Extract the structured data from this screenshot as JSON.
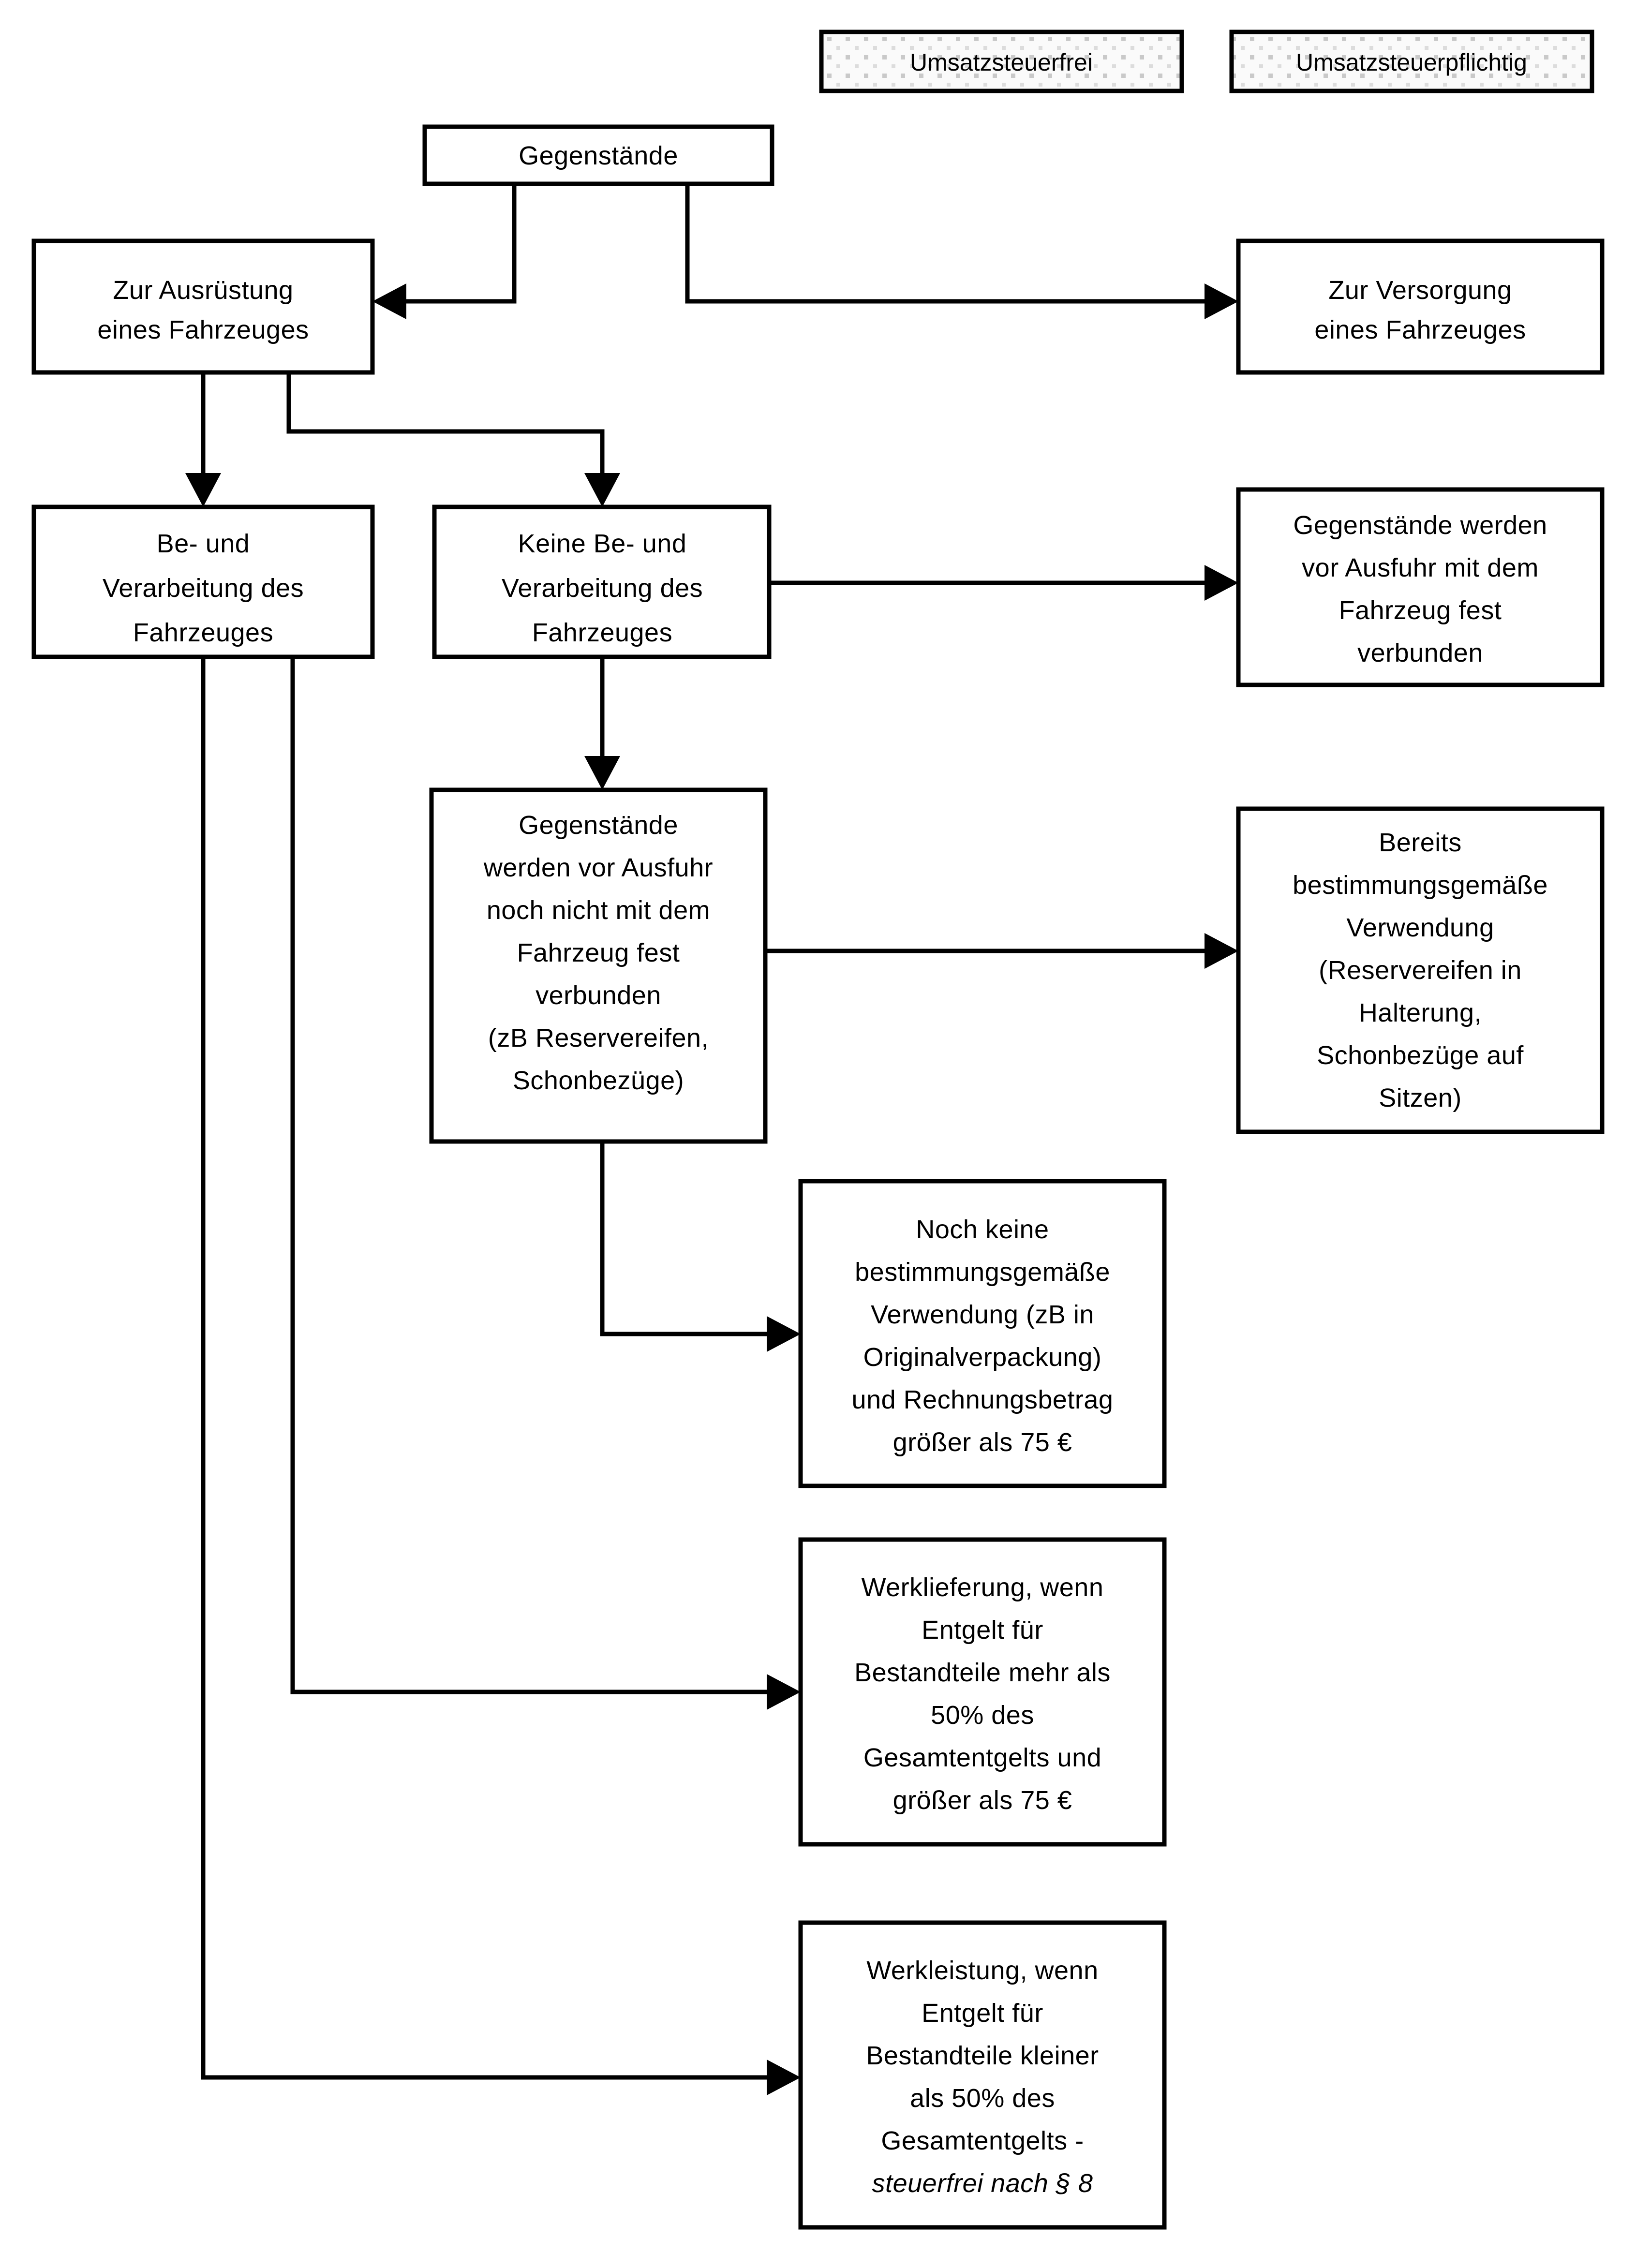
{
  "diagram": {
    "title_text": "",
    "colors": {
      "stroke": "#000000",
      "box_fill": "#ffffff",
      "legend_fill": "#f2f2f2",
      "legend_dot": "#c8c8c8",
      "text": "#000000"
    },
    "legend": [
      {
        "id": "umsatzsteuerfrei",
        "label": "Umsatzsteuerfrei"
      },
      {
        "id": "umsatzsteuerpflichtig",
        "label": "Umsatzsteuerpflichtig"
      }
    ],
    "nodes": [
      {
        "id": "gegenstaende",
        "lines": [
          "Gegenstände"
        ]
      },
      {
        "id": "zur-ausruestung",
        "lines": [
          "Zur Ausrüstung",
          "eines Fahrzeuges"
        ]
      },
      {
        "id": "zur-versorgung",
        "lines": [
          "Zur Versorgung",
          "eines Fahrzeuges"
        ]
      },
      {
        "id": "be-und-verarbeitung",
        "lines": [
          "Be- und",
          "Verarbeitung des",
          "Fahrzeuges"
        ]
      },
      {
        "id": "keine-be-und-verarbeitung",
        "lines": [
          "Keine Be- und",
          "Verarbeitung des",
          "Fahrzeuges"
        ]
      },
      {
        "id": "fest-verbunden",
        "lines": [
          "Gegenstände werden",
          "vor Ausfuhr mit dem",
          "Fahrzeug fest",
          "verbunden"
        ]
      },
      {
        "id": "noch-nicht-fest-verbunden",
        "lines": [
          "Gegenstände",
          "werden vor Ausfuhr",
          "noch nicht mit dem",
          "Fahrzeug fest",
          "verbunden",
          "(zB Reservereifen,",
          "Schonbezüge)"
        ]
      },
      {
        "id": "bereits-bestimmungsgemaesse",
        "lines": [
          "Bereits",
          "bestimmungsgemäße",
          "Verwendung",
          "(Reservereifen in",
          "Halterung,",
          "Schonbezüge auf",
          "Sitzen)"
        ]
      },
      {
        "id": "noch-keine-bestimmungsgemaesse",
        "lines": [
          "Noch keine",
          "bestimmungsgemäße",
          "Verwendung (zB in",
          "Originalverpackung)",
          "und Rechnungsbetrag",
          "größer als 75 €"
        ]
      },
      {
        "id": "werklieferung",
        "lines": [
          "Werklieferung, wenn",
          "Entgelt für",
          "Bestandteile mehr als",
          "50% des",
          "Gesamtentgelts und",
          "größer als 75 €"
        ]
      },
      {
        "id": "werkleistung",
        "lines": [
          "Werkleistung, wenn",
          "Entgelt für",
          "Bestandteile kleiner",
          "als 50% des",
          "Gesamtentgelts -",
          "steuerfrei nach § 8"
        ],
        "italic_lines": [
          5
        ]
      }
    ],
    "edges": [
      {
        "id": "gegenstaende-to-zur-ausruestung",
        "from": "gegenstaende",
        "to": "zur-ausruestung"
      },
      {
        "id": "gegenstaende-to-zur-versorgung",
        "from": "gegenstaende",
        "to": "zur-versorgung"
      },
      {
        "id": "zur-ausruestung-to-be-und-verarbeitung",
        "from": "zur-ausruestung",
        "to": "be-und-verarbeitung"
      },
      {
        "id": "zur-ausruestung-to-keine-be-und-verarbeitung",
        "from": "zur-ausruestung",
        "to": "keine-be-und-verarbeitung"
      },
      {
        "id": "keine-be-und-verarbeitung-to-fest-verbunden",
        "from": "keine-be-und-verarbeitung",
        "to": "fest-verbunden"
      },
      {
        "id": "keine-be-und-verarbeitung-to-noch-nicht-fest-verbunden",
        "from": "keine-be-und-verarbeitung",
        "to": "noch-nicht-fest-verbunden"
      },
      {
        "id": "noch-nicht-to-bereits",
        "from": "noch-nicht-fest-verbunden",
        "to": "bereits-bestimmungsgemaesse"
      },
      {
        "id": "noch-nicht-to-noch-keine",
        "from": "noch-nicht-fest-verbunden",
        "to": "noch-keine-bestimmungsgemaesse"
      },
      {
        "id": "be-und-verarbeitung-to-werklieferung",
        "from": "be-und-verarbeitung",
        "to": "werklieferung"
      },
      {
        "id": "be-und-verarbeitung-to-werkleistung",
        "from": "be-und-verarbeitung",
        "to": "werkleistung"
      }
    ]
  }
}
